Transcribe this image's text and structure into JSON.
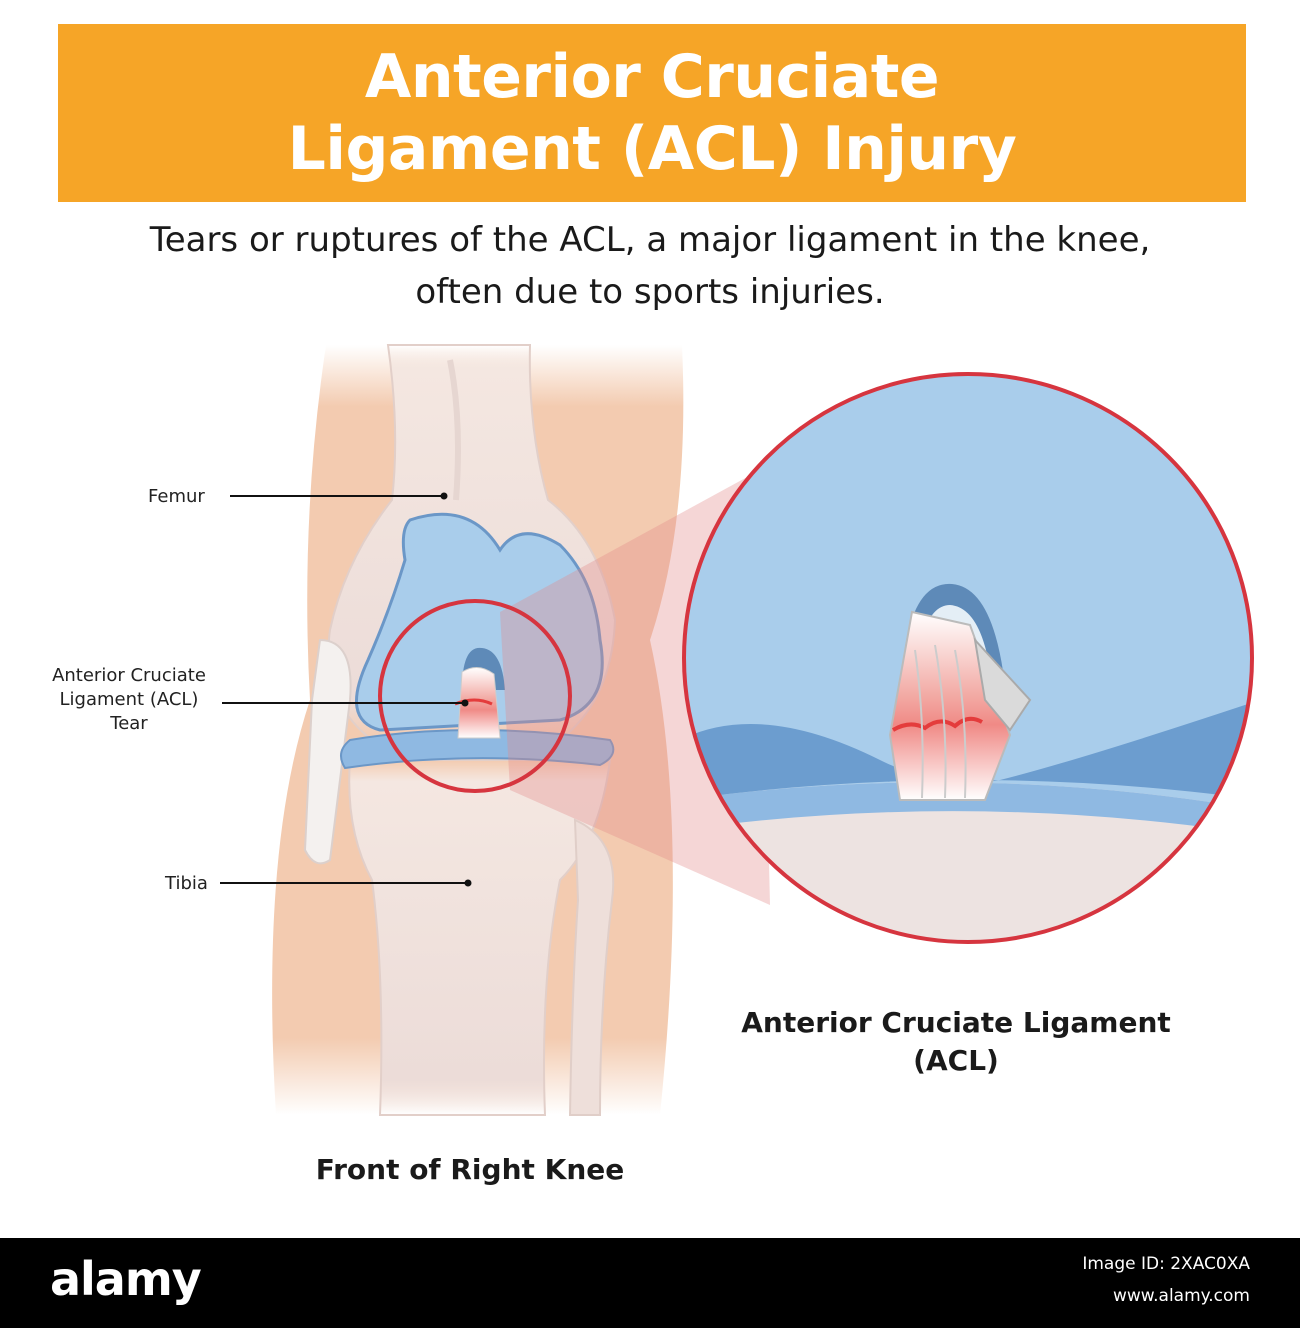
{
  "title": {
    "line1": "Anterior Cruciate",
    "line2": "Ligament (ACL) Injury"
  },
  "subtitle": {
    "line1": "Tears or ruptures of the ACL, a major ligament in the knee,",
    "line2": "often due to sports injuries."
  },
  "labels": {
    "femur": "Femur",
    "acl_tear_line1": "Anterior Cruciate",
    "acl_tear_line2": "Ligament (ACL)",
    "acl_tear_line3": "Tear",
    "tibia": "Tibia"
  },
  "captions": {
    "knee": "Front of Right Knee",
    "zoom_line1": "Anterior Cruciate Ligament",
    "zoom_line2": "(ACL)"
  },
  "footer": {
    "logo": "alamy",
    "image_id": "Image ID: 2XAC0XA",
    "url": "www.alamy.com"
  },
  "colors": {
    "banner": "#F6A527",
    "cartilage": "#A9CDEB",
    "tear_circle": "#D6353F",
    "skin": "#F3CBB0"
  }
}
